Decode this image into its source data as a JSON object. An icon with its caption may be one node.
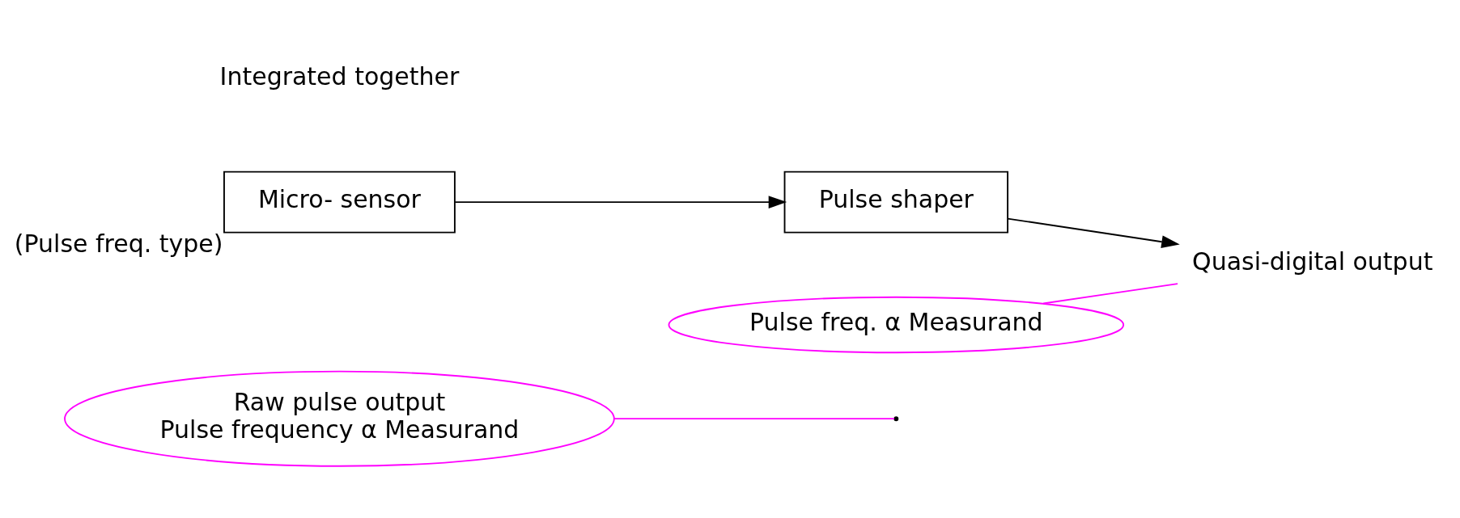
{
  "diagram": {
    "nodes": [
      {
        "text": [
          "Raw pulse output",
          "Pulse frequency α Measurand"
        ]
      },
      {
        "text": [
          "Micro- sensor"
        ],
        "beside": [
          "(Pulse freq. type)"
        ]
      },
      {
        "text": [
          "Pulse shaper"
        ]
      },
      {
        "text": [
          "Quasi-digital output"
        ]
      },
      {
        "text": [
          "Pulse freq. α Measurand"
        ]
      }
    ],
    "edges": [
      {
        "from": 1,
        "to": 2,
        "arrow": "to"
      },
      {
        "from": 2,
        "to": 3,
        "arrow": "to"
      },
      {
        "from": 0,
        "to": null,
        "arrow": "none",
        "color": "#ff00ff"
      },
      {
        "from": 4,
        "to": 3,
        "arrow": "none",
        "color": "#ff00ff"
      }
    ],
    "labels": [
      "Integrated together"
    ]
  }
}
